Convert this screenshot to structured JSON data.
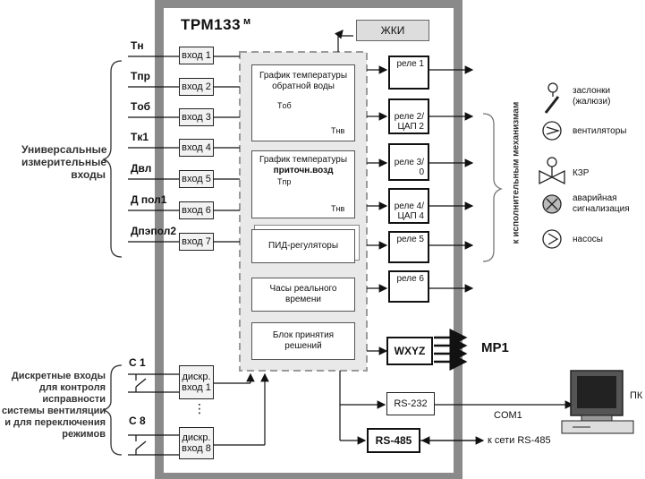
{
  "device": {
    "title": "ТРМ133",
    "suffix": "м"
  },
  "lcd": "ЖКИ",
  "analog_inputs": {
    "group_label": [
      "Универсальные",
      "измерительные",
      "входы"
    ],
    "items": [
      {
        "signal": "Tн",
        "box": "вход 1"
      },
      {
        "signal": "Tпр",
        "box": "вход 2"
      },
      {
        "signal": "Tоб",
        "box": "вход 3"
      },
      {
        "signal": "Tк1",
        "box": "вход 4"
      },
      {
        "signal": "Двл",
        "box": "вход 5"
      },
      {
        "signal": "Д пол1",
        "box": "вход 6"
      },
      {
        "signal": "Дпэпол2",
        "box": "вход 7"
      }
    ]
  },
  "discrete_inputs": {
    "group_label": [
      "Дискретные входы",
      "для контроля",
      "исправности",
      "системы вентиляции",
      "и для переключения",
      "режимов"
    ],
    "c1": "C 1",
    "c8": "C 8",
    "box1": [
      "дискр.",
      "вход 1"
    ],
    "box8": [
      "дискр.",
      "вход 8"
    ],
    "dots": "⋮"
  },
  "blocks": {
    "graph_return": {
      "title": [
        "График температуры",
        "обратной воды"
      ],
      "y": "Tоб",
      "x": "Tнв"
    },
    "graph_inflow": {
      "title": [
        "График температуры",
        "приточн.возд"
      ],
      "y": "Tпр",
      "x": "Tнв"
    },
    "pid": "ПИД-регуляторы",
    "clock": [
      "Часы реального",
      "времени"
    ],
    "decision": [
      "Блок принятия",
      "решений"
    ]
  },
  "relays": [
    {
      "label": [
        "реле 1"
      ]
    },
    {
      "label": [
        "реле 2/",
        "ЦАП 2"
      ]
    },
    {
      "label": [
        "реле 3/",
        "0"
      ]
    },
    {
      "label": [
        "реле 4/",
        "ЦАП 4"
      ]
    },
    {
      "label": [
        "реле 5"
      ]
    },
    {
      "label": [
        "реле 6"
      ]
    }
  ],
  "wxyz": "WXYZ",
  "mr1": "МР1",
  "rs232": "RS-232",
  "rs485": "RS-485",
  "com1": "COM1",
  "network": "к сети RS-485",
  "pc": "ПК",
  "actuators_label": "к исполнительным механизмам",
  "legend": [
    {
      "icon": "damper-icon",
      "label": [
        "заслонки",
        "(жалюзи)"
      ]
    },
    {
      "icon": "fan-icon",
      "label": [
        "вентиляторы"
      ]
    },
    {
      "icon": "valve-icon",
      "label": [
        "КЗР"
      ]
    },
    {
      "icon": "alarm-icon",
      "label": [
        "аварийная",
        "сигнализация"
      ]
    },
    {
      "icon": "pump-icon",
      "label": [
        "насосы"
      ]
    }
  ]
}
